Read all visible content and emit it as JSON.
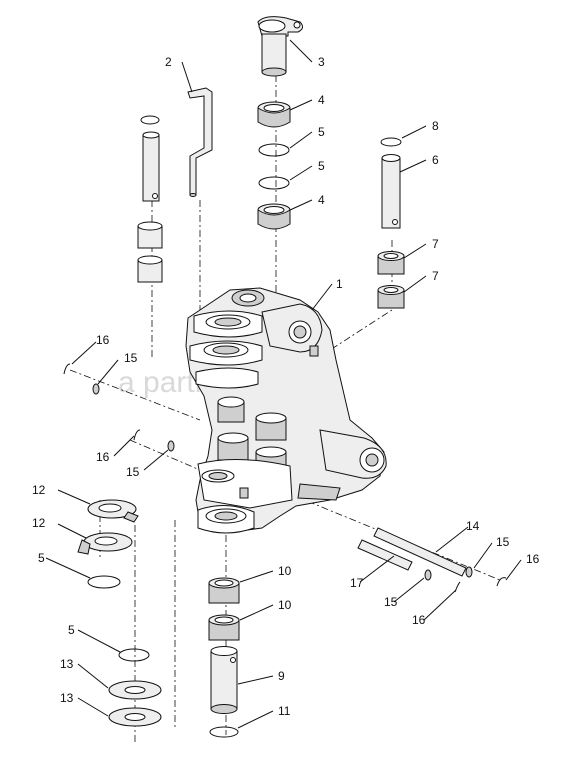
{
  "watermark": "a  partner.ru",
  "callouts": {
    "c1": "1",
    "c2": "2",
    "c3": "3",
    "c4a": "4",
    "c4b": "4",
    "c5a": "5",
    "c5b": "5",
    "c5c": "5",
    "c5d": "5",
    "c6": "6",
    "c7a": "7",
    "c7b": "7",
    "c8": "8",
    "c9": "9",
    "c10a": "10",
    "c10b": "10",
    "c11": "11",
    "c12a": "12",
    "c12b": "12",
    "c13a": "13",
    "c13b": "13",
    "c14": "14",
    "c15a": "15",
    "c15b": "15",
    "c15c": "15",
    "c15d": "15",
    "c16a": "16",
    "c16b": "16",
    "c16c": "16",
    "c16d": "16",
    "c17": "17"
  },
  "colors": {
    "line": "#111111",
    "shade": "#cfcfcf",
    "light": "#eeeeee",
    "watermark": "#d9d9d9"
  }
}
